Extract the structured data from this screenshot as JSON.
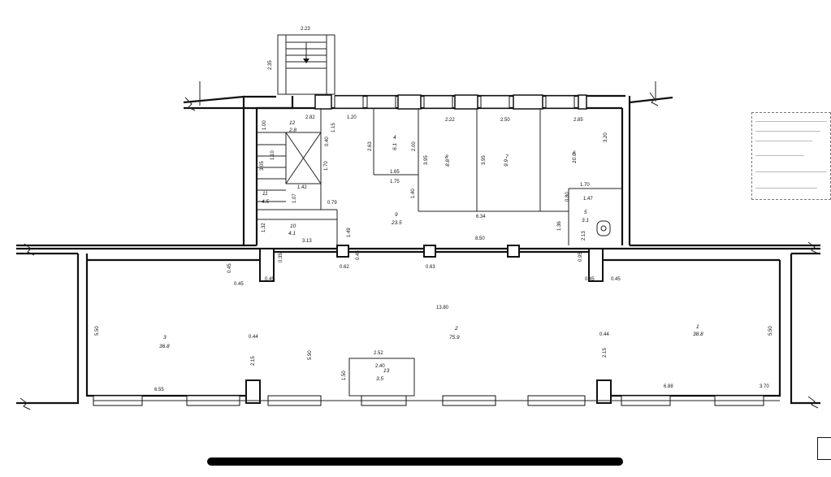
{
  "plan": {
    "labels": {
      "stair_w": "2.23",
      "stair_h": "2.35",
      "d_282": "2.82",
      "d_120": "1.20",
      "d_222": "2.22",
      "d_250": "2.50",
      "d_285": "2.85",
      "d_320": "3.20",
      "d_100": "1.00",
      "d_115": "1.15",
      "d_040": "0.40",
      "d_110": "1.10",
      "d_305": "3.05",
      "d_170": "1.70",
      "d_142": "1.42",
      "d_107": "1.07",
      "d_079": "0.79",
      "d_263": "2.63",
      "d_200": "2.00",
      "d_165": "1.65",
      "d_175": "1.75",
      "d_140": "1.40",
      "d_395a": "3.95",
      "d_395b": "3.95",
      "d_170b": "1.70",
      "d_147": "1.47",
      "d_080": "0.80",
      "d_634": "6.34",
      "d_136": "1.36",
      "d_213": "2.13",
      "d_132": "1.32",
      "d_149": "1.49",
      "d_313": "3.13",
      "d_850": "8.50",
      "d_035": "0.35",
      "d_062": "0.62",
      "d_045a": "0.45",
      "d_063": "0.63",
      "d_095": "0.95",
      "d_045b": "0.45",
      "d_045c": "0.45",
      "d_045d": "0.45",
      "d_045e": "0.45",
      "d_045f": "0.45",
      "d_1380": "13.80",
      "d_550a": "5.50",
      "d_550b": "5.50",
      "d_044a": "0.44",
      "d_044b": "0.44",
      "d_215a": "2.15",
      "d_215b": "2.15",
      "d_590": "5.90",
      "d_252": "2.52",
      "d_240": "2.40",
      "d_150": "1.50",
      "d_655": "6.55",
      "d_688": "6.88",
      "d_370": "3.70"
    },
    "rooms": {
      "r12_no": "12",
      "r12_area": "2.8",
      "r11_no": "11",
      "r11_area": "4.5",
      "r10_no": "10",
      "r10_area": "4.1",
      "r4_no": "4",
      "r4_area": "6.1",
      "r8_no": "8",
      "r8_area": "8.8",
      "r7_no": "7",
      "r7_area": "9.9",
      "r6_no": "6",
      "r6_area": "10.0",
      "r9_no": "9",
      "r9_area": "23.5",
      "r5_no": "5",
      "r5_area": "3.1",
      "r3_no": "3",
      "r3_area": "36.8",
      "r2_no": "2",
      "r2_area": "75.9",
      "r1_no": "1",
      "r1_area": "38.8",
      "r13_no": "13",
      "r13_area": "3.5"
    }
  }
}
